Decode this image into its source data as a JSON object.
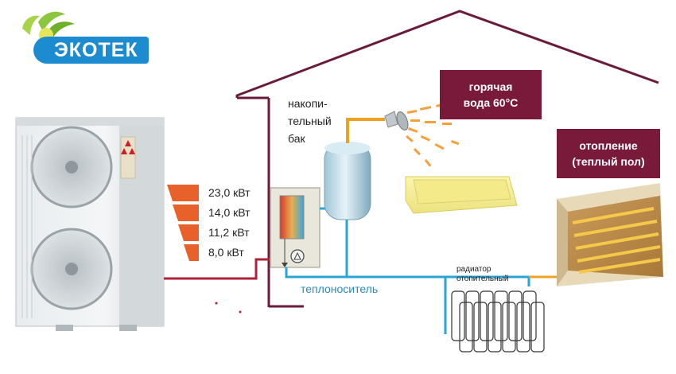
{
  "logo": {
    "text": "ЭКОТЕК"
  },
  "labels": {
    "tank": [
      "накопи-",
      "тельный",
      "бак"
    ],
    "hot_water": [
      "горячая",
      "вода 60°C"
    ],
    "heating": [
      "отопление",
      "(теплый пол)"
    ],
    "radiator": [
      "радиатор",
      "отопительный"
    ],
    "coolant": "теплоноситель"
  },
  "power_levels": [
    "23,0 кВт",
    "14,0 кВт",
    "11,2 кВт",
    "8,0 кВт"
  ],
  "colors": {
    "house_line": "#6a1a3a",
    "hot_pipe": "#b0203a",
    "cold_pipe": "#2aa6d6",
    "orange_pipe": "#f0a020",
    "bars": "#e8602a",
    "label_box": "#7a1a3a",
    "logo_blue": "#1c8bcf",
    "logo_green": "#8cc63f"
  }
}
